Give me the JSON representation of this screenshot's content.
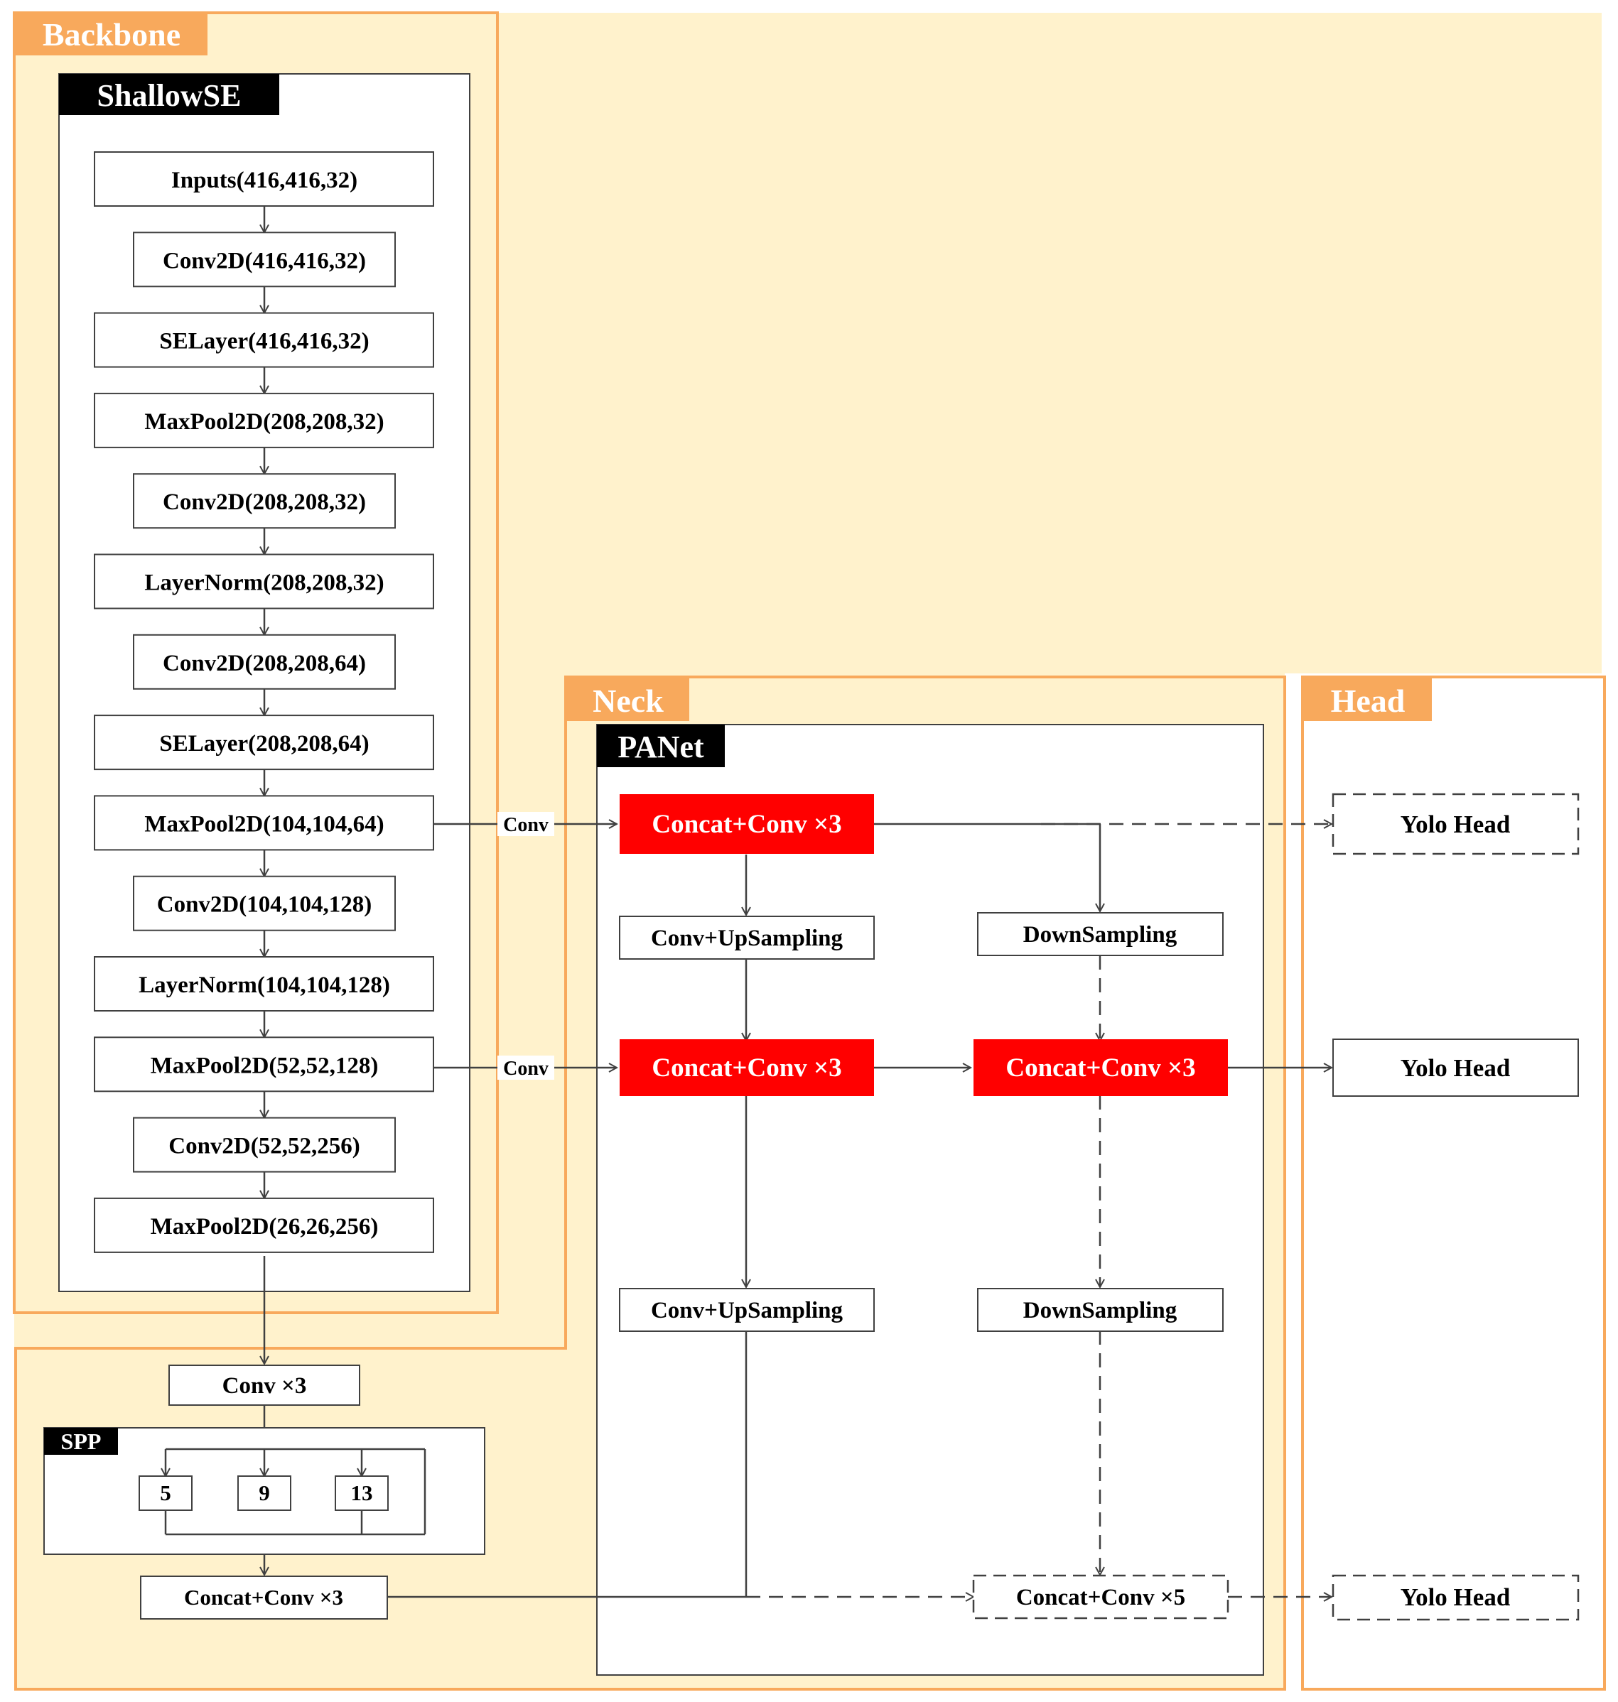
{
  "colors": {
    "section_fill": "#fff2cc",
    "section_border": "#f8a95c",
    "section_tag": "#f8a95c",
    "black_tag": "#000000",
    "red_block": "#ff0000",
    "line": "#404040"
  },
  "sections": {
    "backbone": "Backbone",
    "neck": "Neck",
    "head": "Head"
  },
  "shallowse": {
    "title": "ShallowSE",
    "layers": [
      "Inputs(416,416,32)",
      "Conv2D(416,416,32)",
      "SELayer(416,416,32)",
      "MaxPool2D(208,208,32)",
      "Conv2D(208,208,32)",
      "LayerNorm(208,208,32)",
      "Conv2D(208,208,64)",
      "SELayer(208,208,64)",
      "MaxPool2D(104,104,64)",
      "Conv2D(104,104,128)",
      "LayerNorm(104,104,128)",
      "MaxPool2D(52,52,128)",
      "Conv2D(52,52,256)",
      "MaxPool2D(26,26,256)"
    ]
  },
  "connector_labels": {
    "conv_top": "Conv",
    "conv_mid": "Conv"
  },
  "lower": {
    "conv3": "Conv ×3",
    "spp_title": "SPP",
    "spp_kernels": [
      "5",
      "9",
      "13"
    ],
    "concat_conv3": "Concat+Conv ×3"
  },
  "panet": {
    "title": "PANet",
    "concat_top": "Concat+Conv ×3",
    "upsample_1": "Conv+UpSampling",
    "downsample_1": "DownSampling",
    "concat_mid_left": "Concat+Conv ×3",
    "concat_mid_right": "Concat+Conv ×3",
    "upsample_2": "Conv+UpSampling",
    "downsample_2": "DownSampling",
    "concat_bottom": "Concat+Conv ×5"
  },
  "head": {
    "yolo_heads": [
      "Yolo Head",
      "Yolo Head",
      "Yolo Head"
    ]
  }
}
